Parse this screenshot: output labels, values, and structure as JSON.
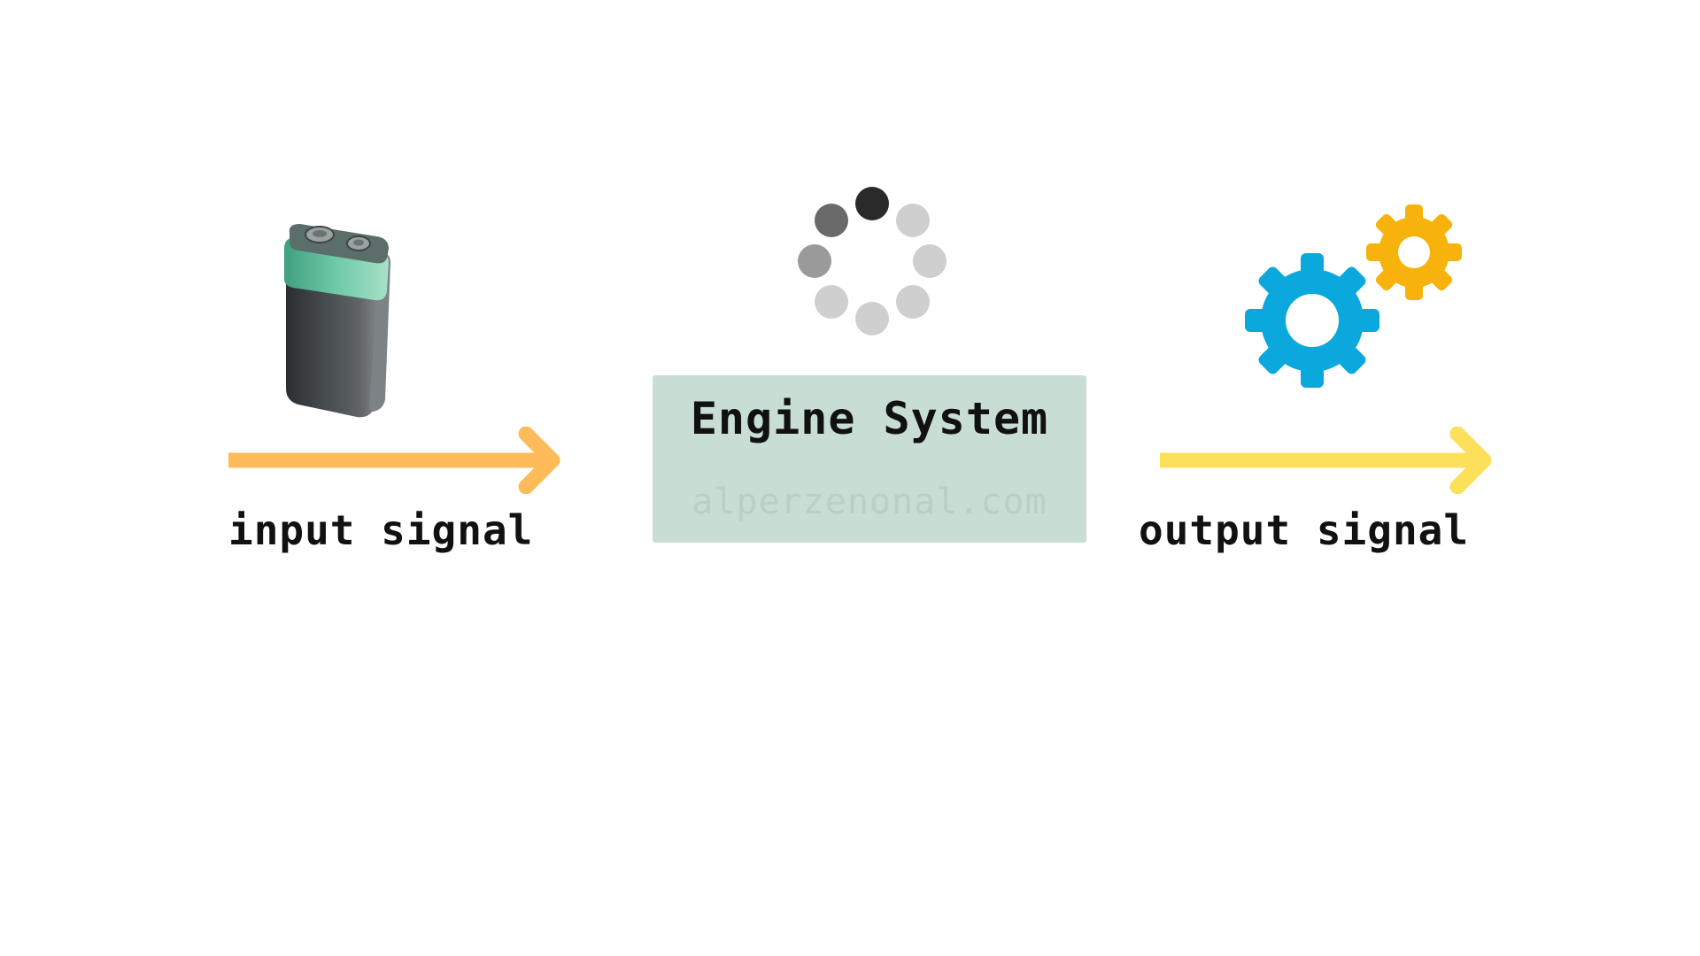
{
  "diagram": {
    "input_label": "input signal",
    "output_label": "output signal",
    "engine": {
      "title": "Engine System",
      "watermark": "alperzenonal.com"
    }
  },
  "icons": {
    "input_icon": "battery-icon",
    "process_icon": "loading-spinner-icon",
    "output_icon": "gears-icon"
  },
  "colors": {
    "input_arrow": "#fdbb5a",
    "output_arrow": "#fde05a",
    "engine_box": "#c8ddd4",
    "gear_large": "#0aa8dc",
    "gear_small": "#f7b30c"
  }
}
